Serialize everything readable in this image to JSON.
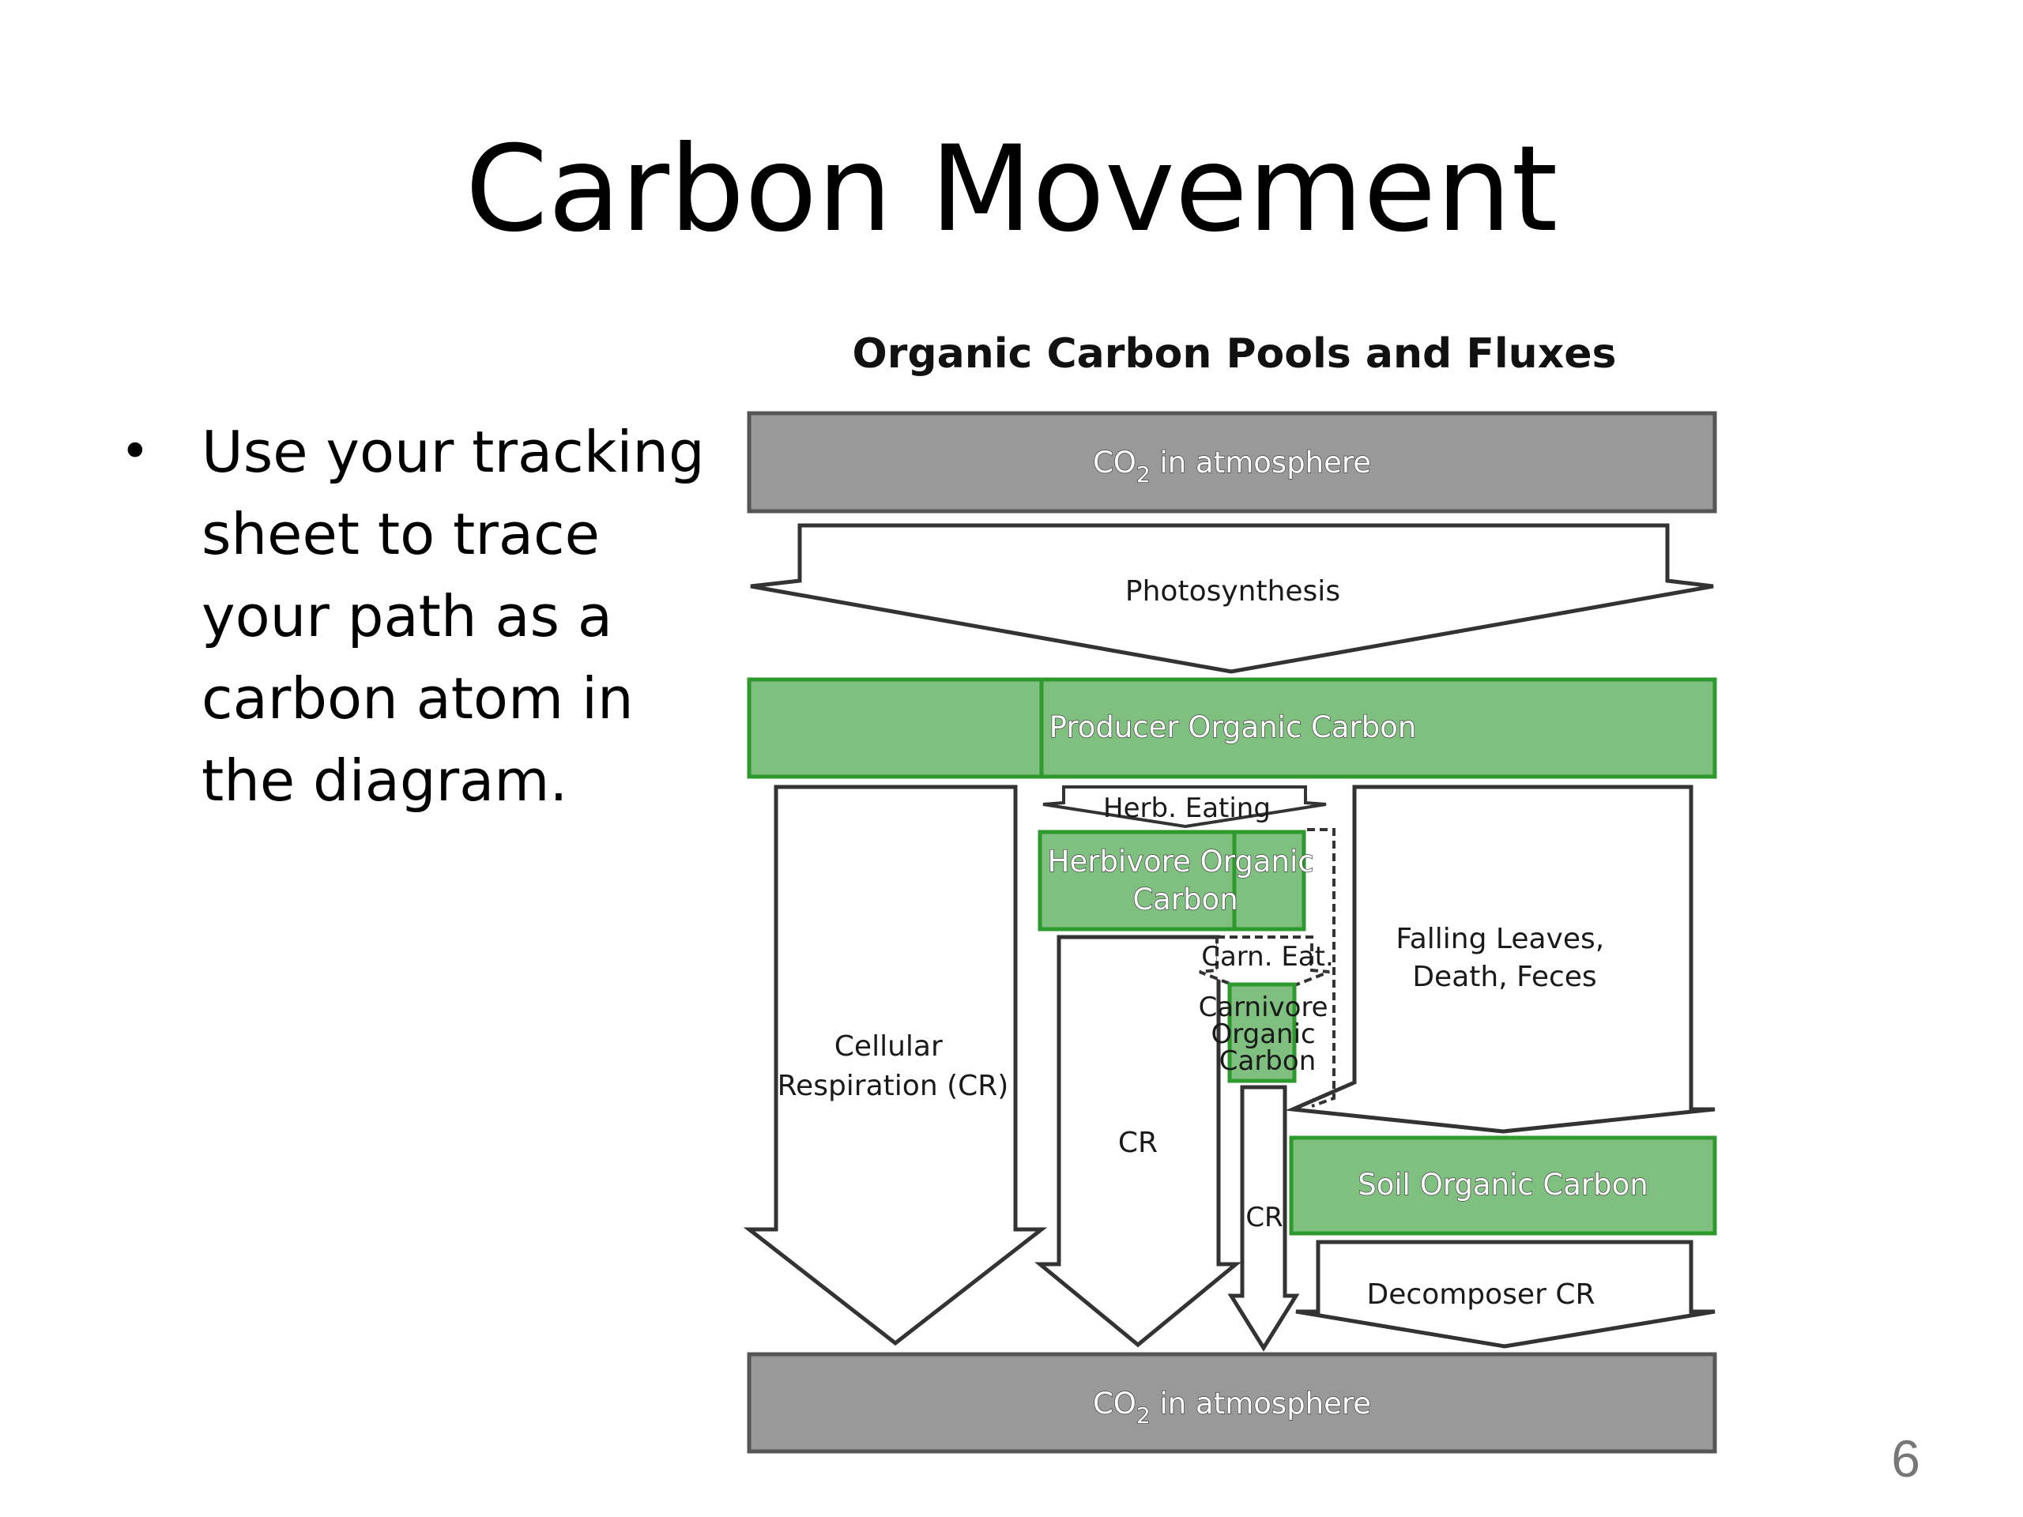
{
  "slide": {
    "title": "Carbon Movement",
    "bullets": [
      "Use your tracking sheet to trace your path as a carbon atom in the diagram."
    ],
    "page_number": "6"
  },
  "diagram": {
    "title": "Organic Carbon Pools and Fluxes",
    "co2_top": {
      "main": "CO",
      "sub": "2",
      "rest": " in atmosphere"
    },
    "photosynthesis": "Photosynthesis",
    "producer": "Producer Organic Carbon",
    "herb_eating": "Herb. Eating",
    "herbivore": [
      "Herbivore Organic",
      "Carbon"
    ],
    "carn_eat": "Carn. Eat.",
    "carnivore": [
      "Carnivore",
      "Organic",
      "Carbon"
    ],
    "falling": [
      "Falling Leaves,",
      "Death, Feces"
    ],
    "cellular": [
      "Cellular",
      "Respiration (CR)"
    ],
    "cr_herbivore": "CR",
    "cr_carnivore": "CR",
    "soil": "Soil Organic Carbon",
    "decomposer": "Decomposer CR",
    "co2_bottom": {
      "main": "CO",
      "sub": "2",
      "rest": " in atmosphere"
    },
    "colors": {
      "pool_green": "#7fbf7f",
      "pool_green_border": "#2e9a2e",
      "atmosphere_gray": "#999999",
      "outline": "#333333"
    }
  }
}
